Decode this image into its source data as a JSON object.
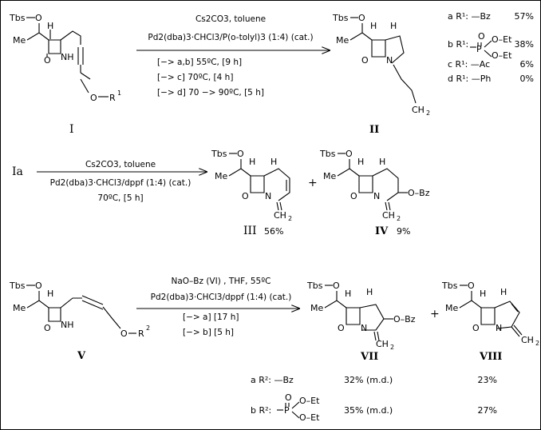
{
  "reaction1": {
    "conditions": [
      "Cs2CO3,   toluene",
      "Pd2(dba)3·CHCl3/P(o-tolyl)3 (1:4) (cat.)",
      "[−> a,b] 55ºC, [9 h]",
      "[−> c] 70ºC, [4 h]",
      "[−> d] 70 −> 90ºC, [5 h]"
    ],
    "start_label": "I",
    "product_label": "II",
    "substituents": [
      {
        "text": "a R¹: —Bz",
        "yield": "57%"
      },
      {
        "text": "b R¹:",
        "yield": "38%"
      },
      {
        "text": "c R¹: —Ac",
        "yield": "6%"
      },
      {
        "text": "d R¹: —Ph",
        "yield": "0%"
      }
    ],
    "atoms": {
      "tbs": "Tbs",
      "o": "O",
      "me": "Me",
      "h": "H",
      "nh": "NH",
      "n": "N",
      "r1": "R",
      "r1sup": "1",
      "ch2": "CH",
      "ch2sub": "2",
      "p": "P",
      "oet": "O–Et"
    }
  },
  "reaction2": {
    "start": "Ia",
    "conditions": [
      "Cs2CO3,   toluene",
      "Pd2(dba)3·CHCl3/dppf (1:4) (cat.)",
      "70ºC, [5 h]"
    ],
    "product1_label": "III",
    "product1_yield": "56%",
    "product2_label": "IV",
    "product2_yield": "9%",
    "plus": "+",
    "obz": "O–Bz"
  },
  "reaction3": {
    "conditions": [
      "NaO–Bz (VI) , THF, 55ºC",
      "Pd2(dba)3·CHCl3/dppf (1:4) (cat.)",
      "[−> a] [17 h]",
      "[−> b] [5 h]"
    ],
    "start_label": "V",
    "product1_label": "VII",
    "product2_label": "VIII",
    "plus": "+",
    "r2": "R",
    "r2sup": "2",
    "rows": [
      {
        "text": "a R²: —Bz",
        "yield1": "32% (m.d.)",
        "yield2": "23%"
      },
      {
        "text": "b R²:",
        "yield1": "35% (m.d.)",
        "yield2": "27%"
      }
    ]
  }
}
